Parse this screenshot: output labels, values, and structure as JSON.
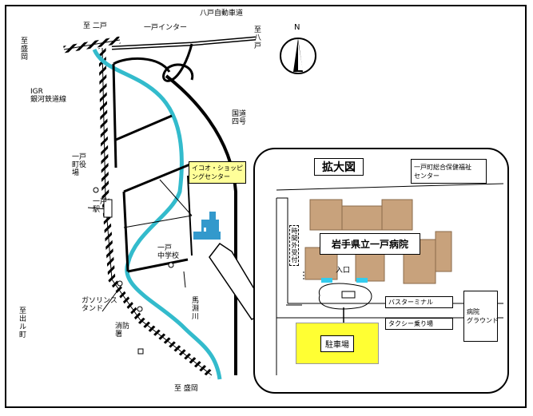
{
  "labels": {
    "to_ninohe": "至 二戸",
    "ichinohe_ic": "一戸インター",
    "hachinohe_expressway": "八戸自動車道",
    "to_hachinohe": "至八戸",
    "to_morioka_top": "至盛岡",
    "igr_line": "IGR\n銀河鉄道線",
    "route4": "国道\n四号",
    "town_office": "一戸\n町役\n場",
    "station": "一戸\n駅",
    "ion_center": "イコオ・ショッピ\nングセンター",
    "junior_high": "一戸\n中学校",
    "gas_station": "ガソリンス\nタンド",
    "fire_station": "消防\n署",
    "mabuchi_river": "馬\n淵\n川",
    "to_idemachi": "至出ル町",
    "to_morioka_bottom": "至 盛岡",
    "north": "N"
  },
  "inset": {
    "title": "拡大図",
    "health_center": "一戸町総合保健福祉\nセンター",
    "hospital": "岩手県立一戸病院",
    "reception": "時間外受付",
    "entrance": "入口",
    "bus_terminal": "バスターミナル",
    "taxi_stand": "タクシー乗り場",
    "ground": "病院\nグラウンド",
    "parking": "駐車場"
  },
  "colors": {
    "river": "#33bbcc",
    "building": "#c8a27c",
    "parking": "#ffff33",
    "ion_box": "#ffff99",
    "entrance_marker": "#33ccee"
  },
  "icons": [
    "north-arrow-icon",
    "railway-track",
    "river-line",
    "road-line",
    "callout-arrow-icon"
  ]
}
